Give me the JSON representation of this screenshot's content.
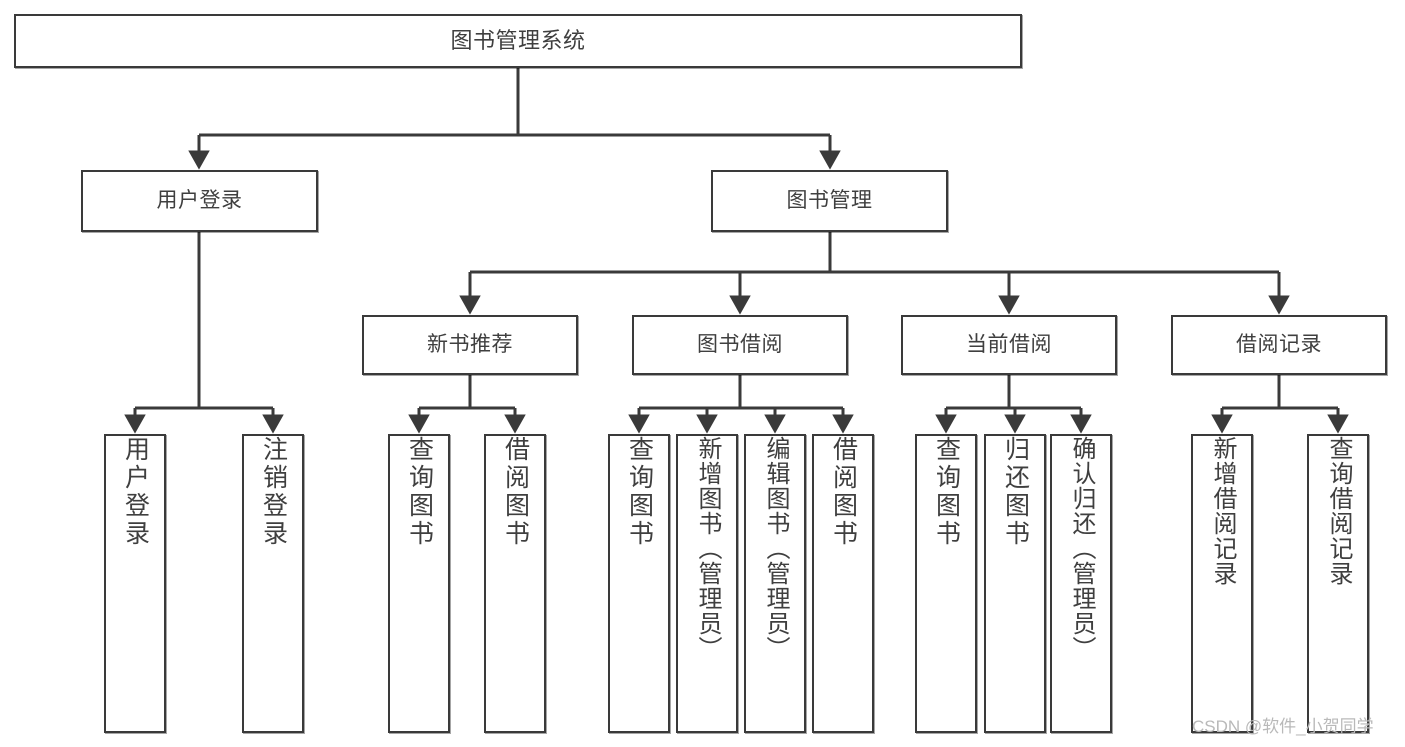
{
  "diagram": {
    "type": "hierarchy-tree",
    "title": "图书管理系统",
    "watermark": "CSDN @软件_小贺同学",
    "colors": {
      "box_border": "#3a3a3a",
      "box_fill": "#ffffff",
      "text": "#3f3f3f",
      "edge": "#3a3a3a",
      "watermark": "#b9b9b9"
    },
    "levels": {
      "root": {
        "label": "图书管理系统"
      },
      "level2": [
        {
          "label": "用户登录"
        },
        {
          "label": "图书管理"
        }
      ],
      "level3": [
        {
          "label": "新书推荐"
        },
        {
          "label": "图书借阅"
        },
        {
          "label": "当前借阅"
        },
        {
          "label": "借阅记录"
        }
      ],
      "leaves": [
        {
          "label": "用户登录",
          "parent": "用户登录"
        },
        {
          "label": "注销登录",
          "parent": "用户登录"
        },
        {
          "label": "查询图书",
          "parent": "新书推荐"
        },
        {
          "label": "借阅图书",
          "parent": "新书推荐"
        },
        {
          "label": "查询图书",
          "parent": "图书借阅"
        },
        {
          "label": "新增图书（管理员）",
          "parent": "图书借阅"
        },
        {
          "label": "编辑图书（管理员）",
          "parent": "图书借阅"
        },
        {
          "label": "借阅图书",
          "parent": "图书借阅"
        },
        {
          "label": "查询图书",
          "parent": "当前借阅"
        },
        {
          "label": "归还图书",
          "parent": "当前借阅"
        },
        {
          "label": "确认归还（管理员）",
          "parent": "当前借阅"
        },
        {
          "label": "新增借阅记录",
          "parent": "借阅记录"
        },
        {
          "label": "查询借阅记录",
          "parent": "借阅记录"
        }
      ]
    }
  }
}
